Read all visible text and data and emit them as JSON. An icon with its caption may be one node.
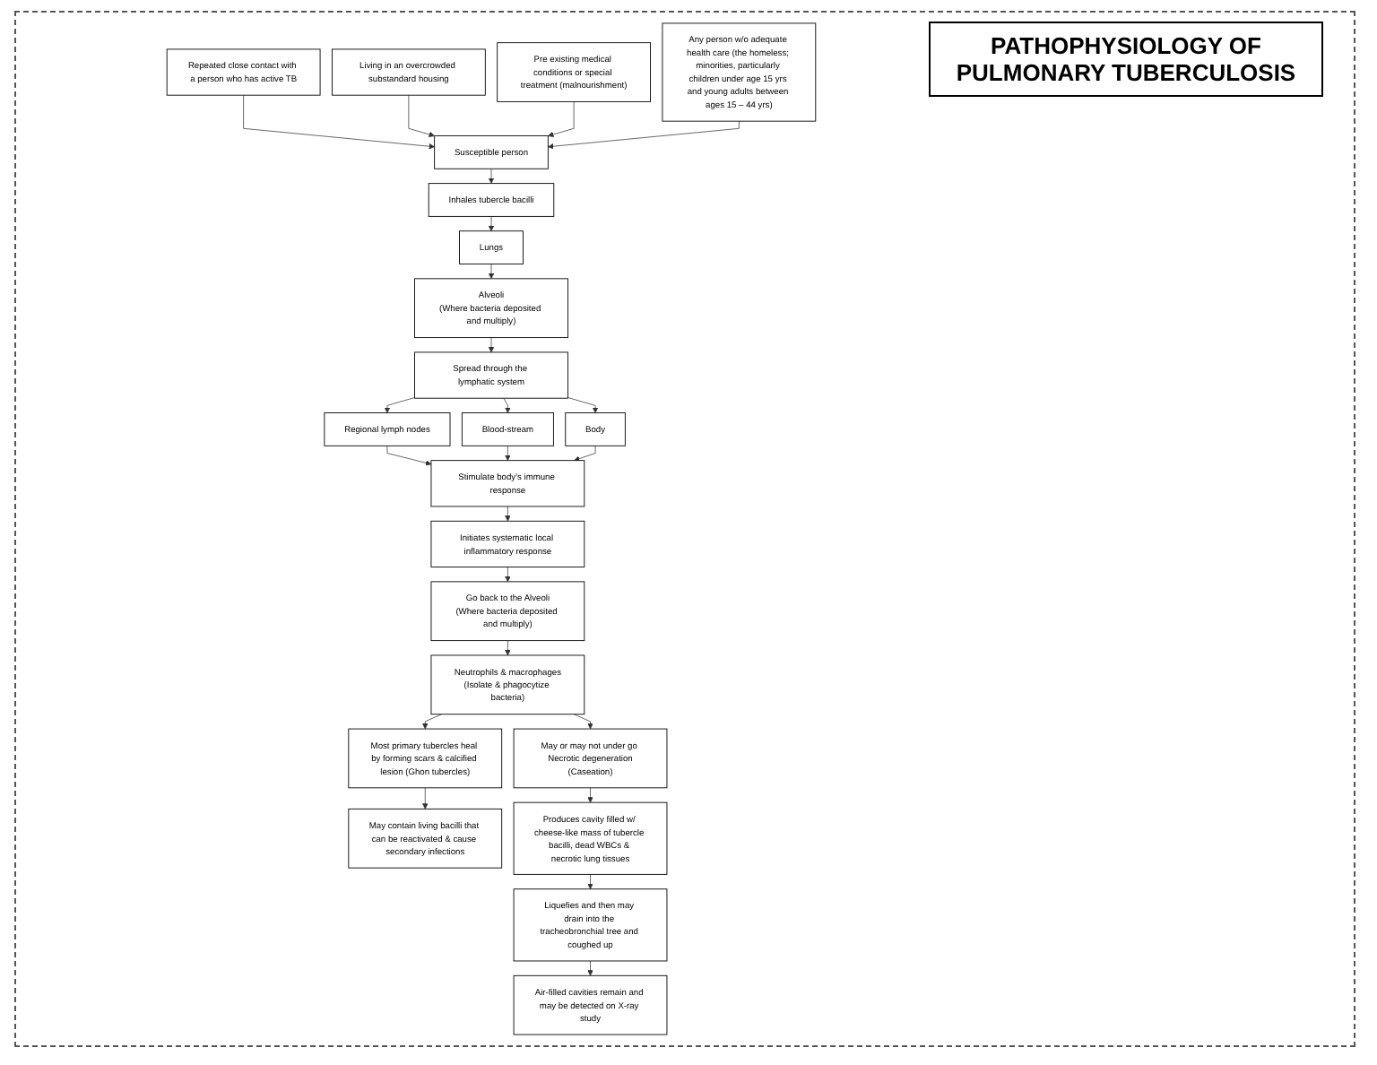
{
  "diagram": {
    "title": "PATHOPHYSIOLOGY OF PULMONARY TUBERCULOSIS",
    "nodes": [
      {
        "text": [
          "Repeated close contact with a person who has active TB"
        ]
      },
      {
        "text": [
          "Living in an overcrowded substandard housing"
        ]
      },
      {
        "text": [
          "Pre existing medical conditions or special treatment (malnourishment)"
        ]
      },
      {
        "text": [
          "Any person w/o adequate health care (the homeless; minorities, particularly children under age 15 yrs and young adults between ages 15 – 44 yrs)"
        ]
      },
      {
        "text": [
          "Susceptible person"
        ]
      },
      {
        "text": [
          "Inhales tubercle bacilli"
        ]
      },
      {
        "text": [
          "Lungs"
        ]
      },
      {
        "text": [
          "Alveoli",
          "(Where bacteria deposited and multiply)"
        ]
      },
      {
        "text": [
          "Spread through the lymphatic system"
        ]
      },
      {
        "text": [
          "Regional lymph nodes"
        ]
      },
      {
        "text": [
          "Blood-stream"
        ]
      },
      {
        "text": [
          "Body"
        ]
      },
      {
        "text": [
          "Stimulate body's immune response"
        ]
      },
      {
        "text": [
          "Initiates systematic local inflammatory response"
        ]
      },
      {
        "text": [
          "Go back to the Alveoli",
          "(Where bacteria deposited and multiply)"
        ]
      },
      {
        "text": [
          "Neutrophils & macrophages",
          "(Isolate & phagocytize bacteria)"
        ]
      },
      {
        "text": [
          "Most primary tubercles heal by forming scars & calcified lesion (Ghon tubercles)"
        ]
      },
      {
        "text": [
          "May contain living bacilli that can be reactivated & cause secondary infections"
        ]
      },
      {
        "text": [
          "May or may not under go Necrotic degeneration",
          "(Caseation)"
        ]
      },
      {
        "text": [
          "Produces cavity filled w/ cheese-like mass of tubercle bacilli, dead WBCs & necrotic lung tissues"
        ]
      },
      {
        "text": [
          "Liquefies and then may drain into the tracheobronchial tree and coughed up"
        ]
      },
      {
        "text": [
          "Air-filled cavities remain and may be detected on X-ray study"
        ]
      }
    ],
    "edges": [
      {
        "from": 0,
        "to": 4,
        "arrow": "to"
      },
      {
        "from": 1,
        "to": 4,
        "arrow": "to"
      },
      {
        "from": 2,
        "to": 4,
        "arrow": "to"
      },
      {
        "from": 3,
        "to": 4,
        "arrow": "to"
      },
      {
        "from": 4,
        "to": 5,
        "arrow": "to"
      },
      {
        "from": 5,
        "to": 6,
        "arrow": "to"
      },
      {
        "from": 6,
        "to": 7,
        "arrow": "to"
      },
      {
        "from": 7,
        "to": 8,
        "arrow": "to"
      },
      {
        "from": 8,
        "to": 9,
        "arrow": "to"
      },
      {
        "from": 8,
        "to": 10,
        "arrow": "to"
      },
      {
        "from": 8,
        "to": 11,
        "arrow": "to"
      },
      {
        "from": 9,
        "to": 12,
        "arrow": "to"
      },
      {
        "from": 10,
        "to": 12,
        "arrow": "to"
      },
      {
        "from": 11,
        "to": 12,
        "arrow": "to"
      },
      {
        "from": 12,
        "to": 13,
        "arrow": "to"
      },
      {
        "from": 13,
        "to": 14,
        "arrow": "to"
      },
      {
        "from": 14,
        "to": 15,
        "arrow": "to"
      },
      {
        "from": 15,
        "to": 16,
        "arrow": "to"
      },
      {
        "from": 15,
        "to": 18,
        "arrow": "to"
      },
      {
        "from": 16,
        "to": 17,
        "arrow": "to"
      },
      {
        "from": 18,
        "to": 19,
        "arrow": "to"
      },
      {
        "from": 19,
        "to": 20,
        "arrow": "to"
      },
      {
        "from": 20,
        "to": 21,
        "arrow": "to"
      }
    ]
  }
}
